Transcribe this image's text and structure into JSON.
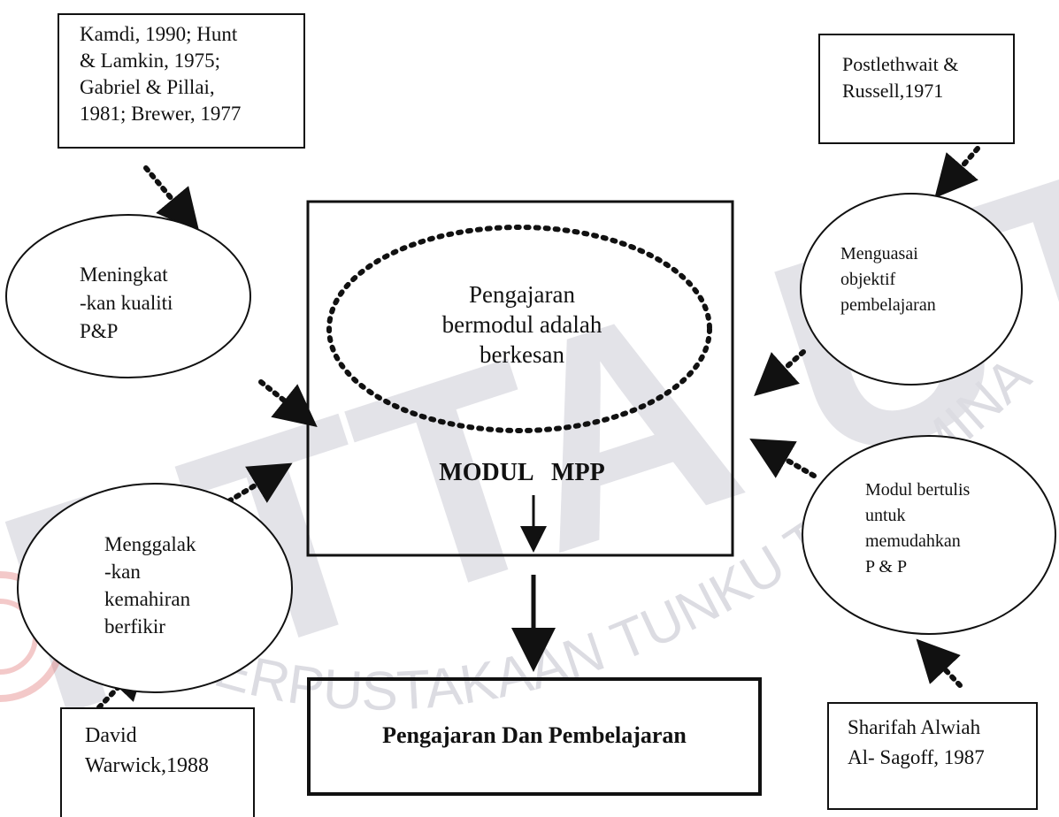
{
  "watermark": {
    "big": "PTTA UTHM",
    "arc": "PERPUSTAKAAN TUNKU TUN AMINAH"
  },
  "diagram": {
    "top_left_source": "Kamdi, 1990; Hunt\n& Lamkin, 1975;\nGabriel & Pillai,\n1981; Brewer, 1977",
    "top_right_source": "Postlethwait &\nRussell,1971",
    "bottom_left_source": "David\nWarwick,1988",
    "bottom_right_source": "Sharifah Alwiah\nAl- Sagoff, 1987",
    "benefit_quality": "Meningkat\n-kan kualiti\nP&P",
    "benefit_thinking": "Menggalak\n-kan\nkemahiran\nberfikir",
    "benefit_objectives": "Menguasai\nobjektif\npembelajaran",
    "benefit_written": "Modul bertulis\nuntuk\nmemudahkan\nP & P",
    "core_statement": "Pengajaran\nbermodul adalah\nberkesan",
    "module_title": "MODUL   MPP",
    "outcome": "Pengajaran Dan Pembelajaran"
  }
}
